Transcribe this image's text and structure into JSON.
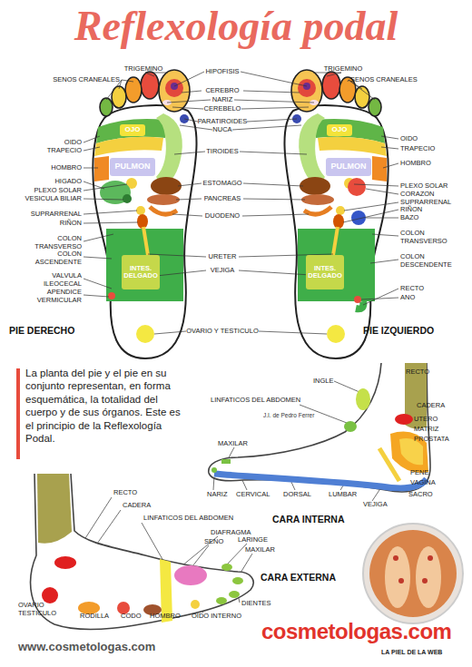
{
  "diagram": {
    "title": "Reflexología podal",
    "caption": "La planta del pie y el pie en su conjunto representan, en forma esquemática, la totalidad del cuerpo y de sus órganos. Este es el principio de la Reflexología Podal.",
    "nodes": [
      {
        "text": [
          "OJO"
        ]
      },
      {
        "text": [
          "PULMON"
        ]
      },
      {
        "text": [
          "INTES. DELGADO"
        ]
      },
      {
        "text": [
          "OJO"
        ]
      },
      {
        "text": [
          "PULMON"
        ]
      },
      {
        "text": [
          "INTES. DELGADO"
        ]
      }
    ],
    "labels": [
      "TRIGEMINO",
      "HIPOFISIS",
      "TRIGEMINO",
      "SENOS CRANEALES",
      "SENOS CRANEALES",
      "CEREBRO",
      "NARIZ",
      "CEREBELO",
      "PARATIROIDES",
      "NUCA",
      "OIDO",
      "OIDO",
      "TRAPECIO",
      "TRAPECIO",
      "TIROIDES",
      "HOMBRO",
      "HOMBRO",
      "HIGADO",
      "ESTOMAGO",
      "PLEXO SOLAR",
      "PLEXO SOLAR",
      "VESICULA BILIAR",
      "CORAZON",
      "PANCREAS",
      "SUPRARRENAL",
      "SUPRARRENAL",
      "RIÑON",
      "DUODENO",
      "BAZO",
      "RIÑON",
      "COLON TRANSVERSO",
      "COLON TRANSVERSO",
      "URETER",
      "COLON ASCENDENTE",
      "COLON DESCENDENTE",
      "VEJIGA",
      "VALVULA ILEOCECAL",
      "RECTO",
      "APENDICE VERMICULAR",
      "ANO",
      "PIE DERECHO",
      "OVARIO Y TESTICULO",
      "PIE IZQUIERDO",
      "RECTO",
      "INGLE",
      "LINFATICOS DEL ABDOMEN",
      "CADERA",
      "J.I. de Pedro Ferrer",
      "UTERO",
      "MATRIZ",
      "PROSTATA",
      "MAXILAR",
      "PENE",
      "VAGINA",
      "NARIZ",
      "CERVICAL",
      "DORSAL",
      "LUMBAR",
      "SACRO",
      "VEJIGA",
      "CARA INTERNA",
      "RECTO",
      "CADERA",
      "LINFATICOS DEL ABDOMEN",
      "DIAFRAGMA",
      "LARINGE",
      "SENO",
      "MAXILAR",
      "CARA EXTERNA",
      "DIENTES",
      "OVARIO TESTICULO",
      "RODILLA",
      "CODO",
      "HOMBRO",
      "OIDO INTERNO",
      "www.cosmetologas.com",
      "cosmetologas.com",
      "LA PIEL DE LA WEB"
    ]
  }
}
